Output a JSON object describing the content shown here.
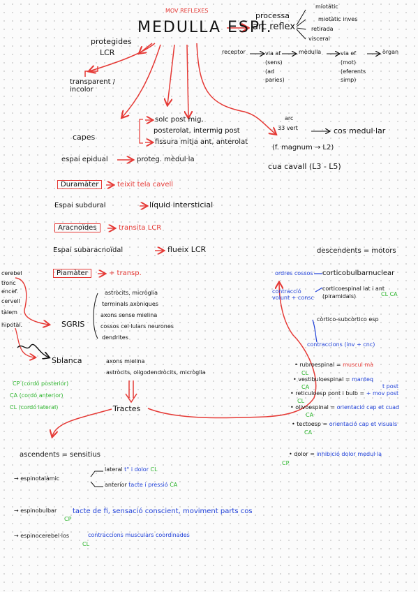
{
  "header": {
    "mov_reflexes": "MOV REFLEXES",
    "title": "MEDULLA ESPI.",
    "proteg": "protegides",
    "proteg_lcr": "LCR"
  },
  "reflex": {
    "process": "processa",
    "arc": "arc reflex",
    "miotatic": "miotàtic",
    "mioatic": "miotàtic inves",
    "retirada": "retirada",
    "visceral": "visceral",
    "receptor": "receptor",
    "via_aff": "via af (sens) (ad paries)",
    "medulla": "mèdulla",
    "via_ef": "via ef (mot) (eferents simp)",
    "organ": "òrgan"
  },
  "transparent": "transparent / incolor",
  "capes": "capes",
  "solc": "solc post mig,",
  "postero": "posterolat, intermig post",
  "fissura": "fissura mitja ant, anterolat",
  "arc_vert": "arc",
  "vert": "33 vert",
  "cos_med": "cos medul·lar",
  "fmagnum": "(f. magnum → L2)",
  "cua": "cua cavall (L3 - L5)",
  "epidural": "espai epidual",
  "proteg_med": "proteg. mèdul·la",
  "duramater": "Duramàter",
  "dura_desc": "teixit tela cavell",
  "subdural": "Espai subdural",
  "liquid": "líquid intersticial",
  "aracnoides": "Aracnoïdes",
  "arac_desc": "transita LCR",
  "subarac": "Espai subaracnoïdal",
  "flueix": "flueix LCR",
  "piamater": "Piamàter",
  "pia_desc": "+ transp.",
  "left_labels": {
    "cerebel": "cerebel",
    "tronc": "tronc",
    "encef": "encef.",
    "cervell": "cervell",
    "talem": "tàlem",
    "hipotal": "hipotàl."
  },
  "sgris": "SGRIS",
  "sgris_items": [
    "astròcits, micròglia",
    "terminals axòniques",
    "axons sense mielina",
    "cossos cel·lulars neurones",
    "dendrites"
  ],
  "sblanca": "Sblanca",
  "sblanca_items": [
    "axons mielina",
    "astròcits, oligodendròcits, micròglia"
  ],
  "cordons": [
    {
      "code": "CP",
      "label": "(cordó posterior)"
    },
    {
      "code": "CA",
      "label": "(cordó anterior)"
    },
    {
      "code": "CL",
      "label": "(cordó lateral)"
    }
  ],
  "tractes": "Tractes",
  "descendents": "descendents = motors",
  "ordres": "ordres cossos",
  "corticobulbar": "corticobulbarnuclear",
  "contraccio": "contracció volunt + consc",
  "corticospinal": "corticoespinal lat i ant (piramidals)",
  "cl_ca": "CL  CA",
  "cortico_sub": "còrtico-subcòrtico esp",
  "contraccions": "contraccions (inv + cnc)",
  "rubro": "rubroespinal",
  "rubro_desc": "muscul mà",
  "rubro_cl": "CL",
  "vestibulo": "vestibuloespinal",
  "vestibulo_desc": "manteq",
  "vestibulo_ca": "CA",
  "tpost": "t post",
  "reticulo": "reticuloesp pont i bulb",
  "reticulo_desc": "+ mov post",
  "reticulo_cl": "CL",
  "olivo": "olivoespinal",
  "olivo_desc": "orientació cap et cuad",
  "olivo_ca": "CA",
  "tecto": "tectoesp",
  "tecto_desc": "orientació cap et visuals",
  "tecto_ca": "CA",
  "dolor": "dolor",
  "dolor_desc": "inhibició dolor medul·la",
  "dolor_cp": "CP",
  "ascendents": "ascendents = sensitius",
  "espinotalamic": "espinotalàmic",
  "lateral": "lateral",
  "lat_desc": "t° i dolor",
  "lat_cl": "CL",
  "anterior": "anterior",
  "ant_desc": "tacte i pressió",
  "ant_ca": "CA",
  "espinobulbar": "espinobulbar",
  "bulbar_cp": "CP",
  "bulbar_desc": "tacte de fi, sensació conscient, moviment parts cos",
  "espinocereb": "espinocerebel·los",
  "cereb_cl": "CL",
  "cereb_desc": "contraccions musculars coordinades"
}
